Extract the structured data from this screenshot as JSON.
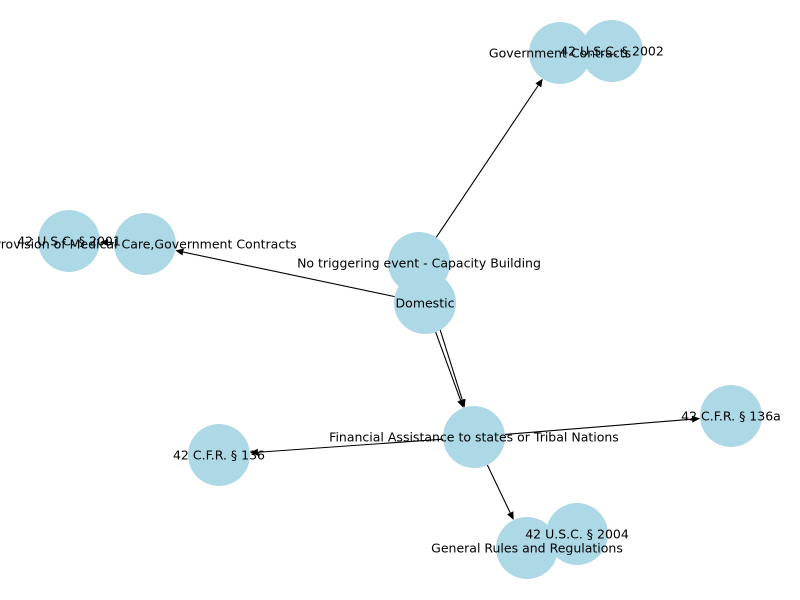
{
  "colors": {
    "node_fill": "#add8e6",
    "edge": "#000000",
    "text": "#000000"
  },
  "nodes": [
    {
      "id": "domestic",
      "label": "Domestic"
    },
    {
      "id": "capacity",
      "label": "No triggering event - Capacity Building"
    },
    {
      "id": "gov_contracts",
      "label": "Government Contracts"
    },
    {
      "id": "usc2002",
      "label": "42 U.S.C. § 2002"
    },
    {
      "id": "provision",
      "label": "Provision of Medical Care,Government Contracts"
    },
    {
      "id": "usc2001",
      "label": "42 U.S.C. § 2001"
    },
    {
      "id": "financial",
      "label": "Financial Assistance to states or Tribal Nations"
    },
    {
      "id": "cfr136a",
      "label": "42 C.F.R. § 136a"
    },
    {
      "id": "cfr136",
      "label": "42 C.F.R. § 136"
    },
    {
      "id": "general_rules",
      "label": "General Rules and Regulations"
    },
    {
      "id": "usc2004",
      "label": "42 U.S.C. § 2004"
    }
  ],
  "edges": [
    {
      "from": "capacity",
      "to": "gov_contracts"
    },
    {
      "from": "domestic",
      "to": "provision"
    },
    {
      "from": "provision",
      "to": "usc2001"
    },
    {
      "from": "domestic",
      "to": "financial"
    },
    {
      "from": "capacity",
      "to": "financial"
    },
    {
      "from": "financial",
      "to": "cfr136a"
    },
    {
      "from": "financial",
      "to": "cfr136"
    },
    {
      "from": "financial",
      "to": "general_rules"
    }
  ]
}
